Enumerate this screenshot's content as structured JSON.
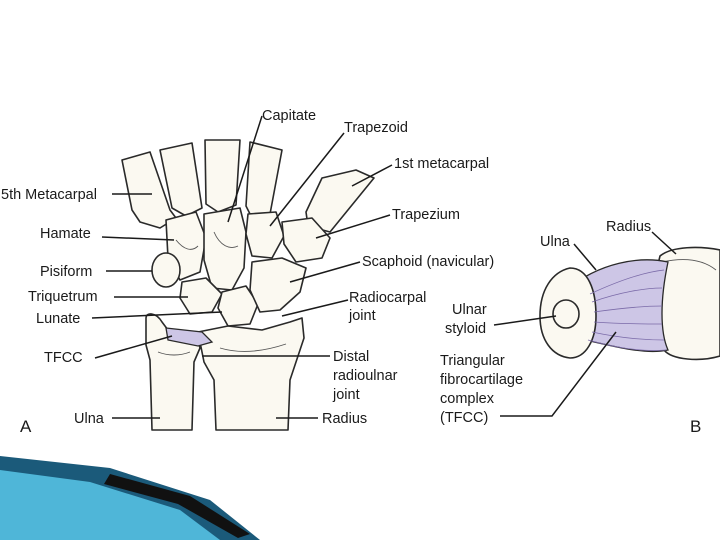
{
  "figure_a": {
    "panel_label": "A",
    "labels": {
      "capitate": "Capitate",
      "trapezoid": "Trapezoid",
      "first_metacarpal": "1st metacarpal",
      "fifth_metacarpal": "5th Metacarpal",
      "trapezium": "Trapezium",
      "hamate": "Hamate",
      "scaphoid": "Scaphoid (navicular)",
      "pisiform": "Pisiform",
      "radiocarpal_line1": "Radiocarpal",
      "radiocarpal_line2": "joint",
      "triquetrum": "Triquetrum",
      "lunate": "Lunate",
      "tfcc": "TFCC",
      "distal_radioulnar_line1": "Distal",
      "distal_radioulnar_line2": "radioulnar",
      "distal_radioulnar_line3": "joint",
      "ulna": "Ulna",
      "radius": "Radius"
    }
  },
  "figure_b": {
    "panel_label": "B",
    "labels": {
      "radius": "Radius",
      "ulna": "Ulna",
      "ulnar_styloid_line1": "Ulnar",
      "ulnar_styloid_line2": "styloid",
      "tfcc_line1": "Triangular",
      "tfcc_line2": "fibrocartilage",
      "tfcc_line3": "complex",
      "tfcc_line4": "(TFCC)"
    }
  },
  "colors": {
    "bone_fill": "#fbf9f1",
    "tfcc_fill": "#cdc6e6",
    "slide_accent_dark": "#1b5a7a",
    "slide_accent_light": "#4fb6d8"
  }
}
